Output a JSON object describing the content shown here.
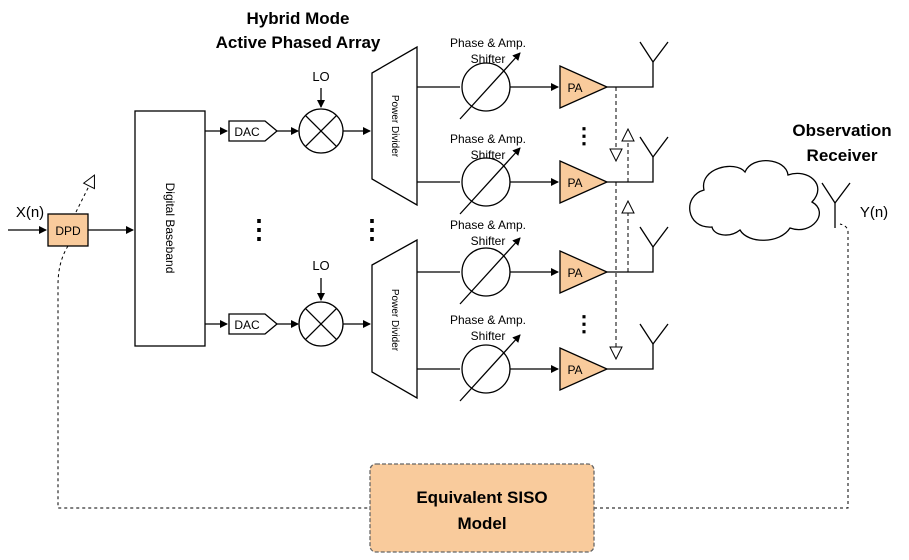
{
  "title": {
    "line1": "Hybrid Mode",
    "line2": "Active  Phased Array"
  },
  "input": {
    "label": "X(n)",
    "dpd": "DPD"
  },
  "baseband": {
    "label": "Digital Baseband"
  },
  "chains": [
    {
      "dac": "DAC",
      "lo": "LO",
      "divider": "Power Divider"
    },
    {
      "dac": "DAC",
      "lo": "LO",
      "divider": "Power Divider"
    }
  ],
  "shifter_label": {
    "line1": "Phase & Amp.",
    "line2": "Shifter"
  },
  "pa_label": "PA",
  "ellipsis": "⋮",
  "observation": {
    "line1": "Observation",
    "line2": "Receiver",
    "output": "Y(n)"
  },
  "model": {
    "line1": "Equivalent SISO",
    "line2": "Model"
  },
  "colors": {
    "block_fill": "#F9CB9C",
    "stroke": "#000000",
    "dashed_stroke": "#555555",
    "model_stroke": "#666666"
  }
}
